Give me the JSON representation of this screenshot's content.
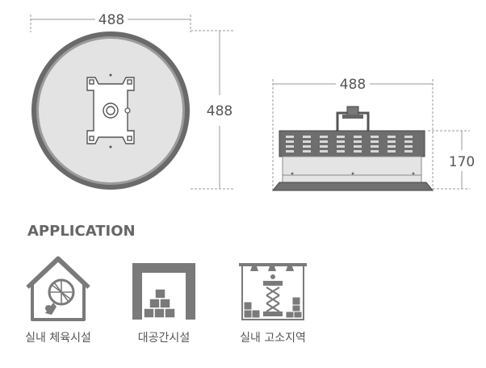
{
  "front_view": {
    "width_label": "488",
    "height_label": "488"
  },
  "side_view": {
    "width_label": "488",
    "height_label": "170"
  },
  "application": {
    "title": "APPLICATION",
    "items": [
      {
        "label": "실내 체육시설",
        "icon": "gym-house-icon"
      },
      {
        "label": "대공간시설",
        "icon": "warehouse-icon"
      },
      {
        "label": "실내 고소지역",
        "icon": "scissor-lift-icon"
      }
    ]
  },
  "colors": {
    "frame": "#6d6d6d",
    "plate": "#e2e2e2",
    "dim_line": "#888888",
    "icon": "#7a7a7a"
  }
}
